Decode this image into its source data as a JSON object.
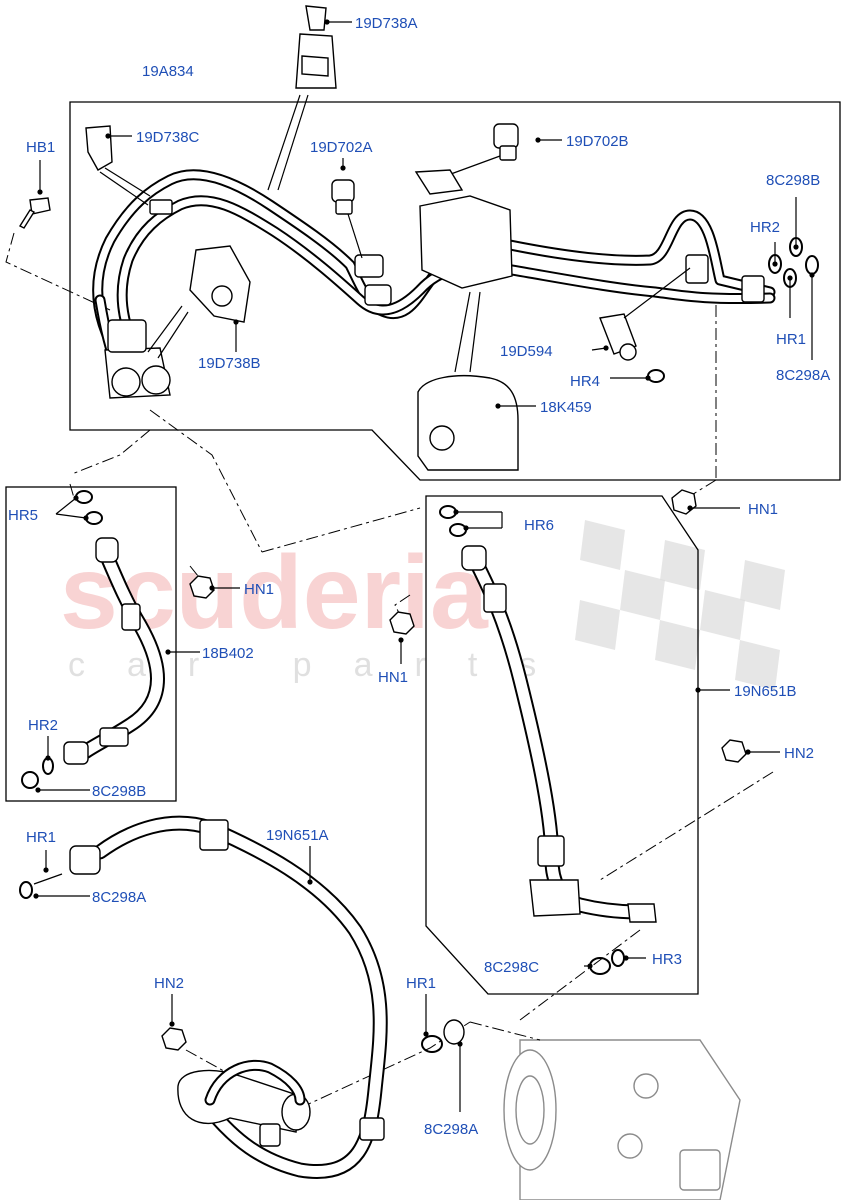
{
  "watermark": {
    "brand": "scuderia",
    "tagline": "car parts",
    "brand_color": "#f0a0a0"
  },
  "label_color": "#1f4fb6",
  "labels": {
    "p19D738A": "19D738A",
    "p19A834": "19A834",
    "pHB1": "HB1",
    "p19D738C": "19D738C",
    "p19D702A": "19D702A",
    "p19D702B": "19D702B",
    "p8C298B_top": "8C298B",
    "pHR2_top": "HR2",
    "pHR1_top": "HR1",
    "p8C298A_top": "8C298A",
    "p19D594": "19D594",
    "pHR4": "HR4",
    "p18K459": "18K459",
    "p19D738B": "19D738B",
    "pHN1_right": "HN1",
    "pHR5": "HR5",
    "pHR6": "HR6",
    "pHN1_left": "HN1",
    "pHN1_mid": "HN1",
    "p18B402": "18B402",
    "pHR2_left": "HR2",
    "p8C298B_left": "8C298B",
    "p19N651B": "19N651B",
    "pHN2_right": "HN2",
    "pHR1_low": "HR1",
    "p19N651A": "19N651A",
    "p8C298A_low": "8C298A",
    "pHN2_low": "HN2",
    "pHR1_comp": "HR1",
    "p8C298C": "8C298C",
    "pHR3": "HR3",
    "p8C298A_comp": "8C298A"
  }
}
